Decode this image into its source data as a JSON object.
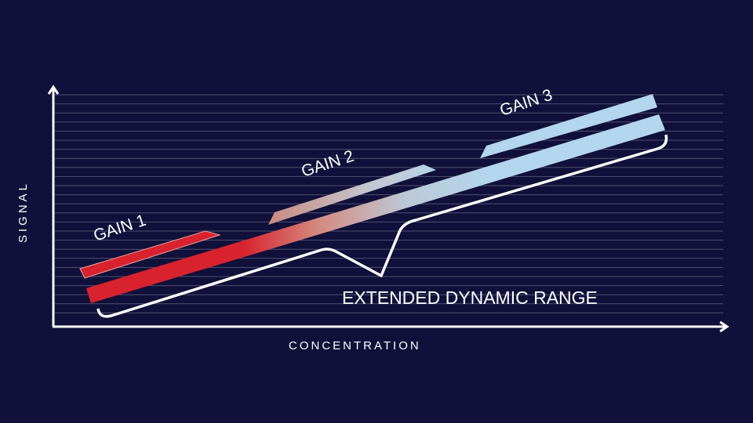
{
  "labels": {
    "y_axis": "SIGNAL",
    "x_axis": "CONCENTRATION",
    "gain1": "GAIN 1",
    "gain2": "GAIN 2",
    "gain3": "GAIN 3",
    "extended": "EXTENDED DYNAMIC RANGE"
  },
  "colors": {
    "background": "#10103a",
    "red": "#d8232e",
    "light_blue": "#b3d6ee",
    "grid": "#6a6a88"
  }
}
